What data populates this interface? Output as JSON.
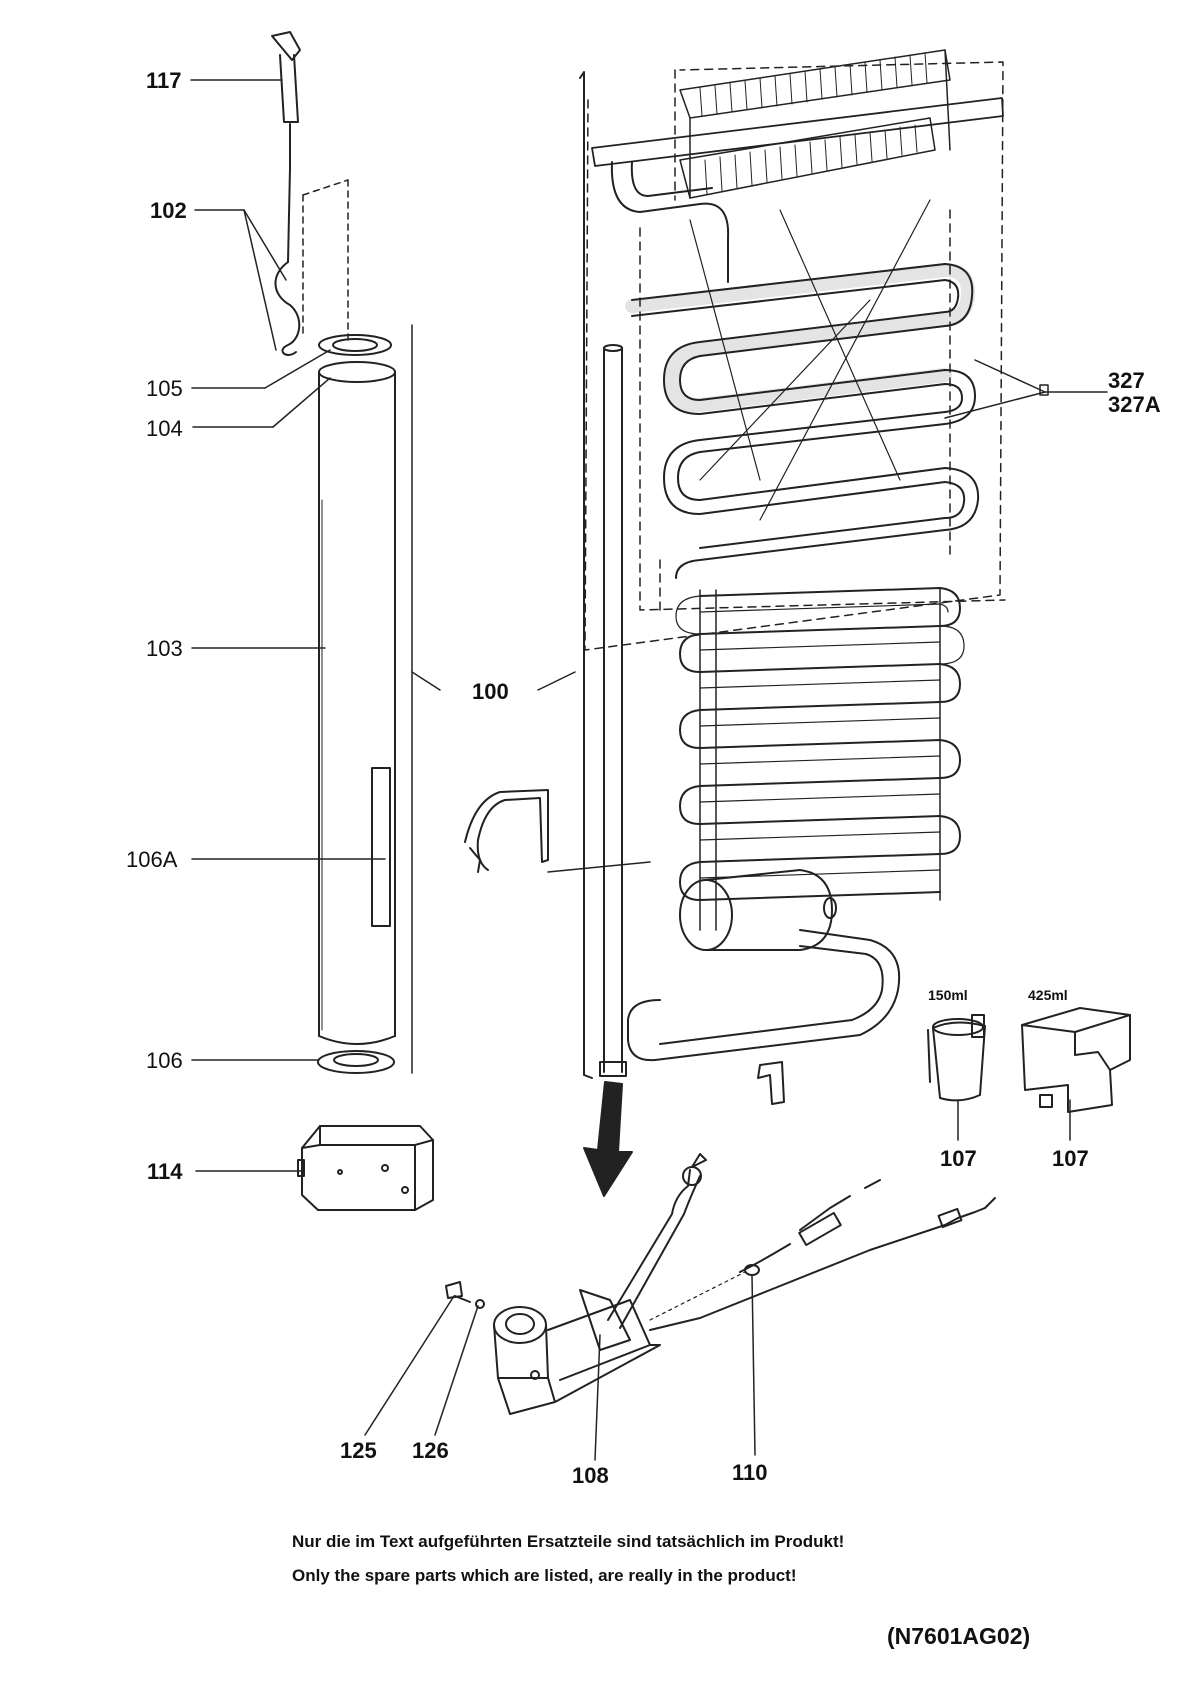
{
  "labels": {
    "p117": "117",
    "p102": "102",
    "p105": "105",
    "p104": "104",
    "p103": "103",
    "p100": "100",
    "p106A": "106A",
    "p106": "106",
    "p114": "114",
    "p327": "327",
    "p327A": "327A",
    "vol150": "150ml",
    "vol425": "425ml",
    "p107a": "107",
    "p107b": "107",
    "p125": "125",
    "p126": "126",
    "p108": "108",
    "p110": "110"
  },
  "notes": {
    "de": "Nur die im Text aufgeführten Ersatzteile sind tatsächlich im Produkt!",
    "en": "Only the spare parts which are listed, are really in the product!"
  },
  "drawing_code": "(N7601AG02)"
}
